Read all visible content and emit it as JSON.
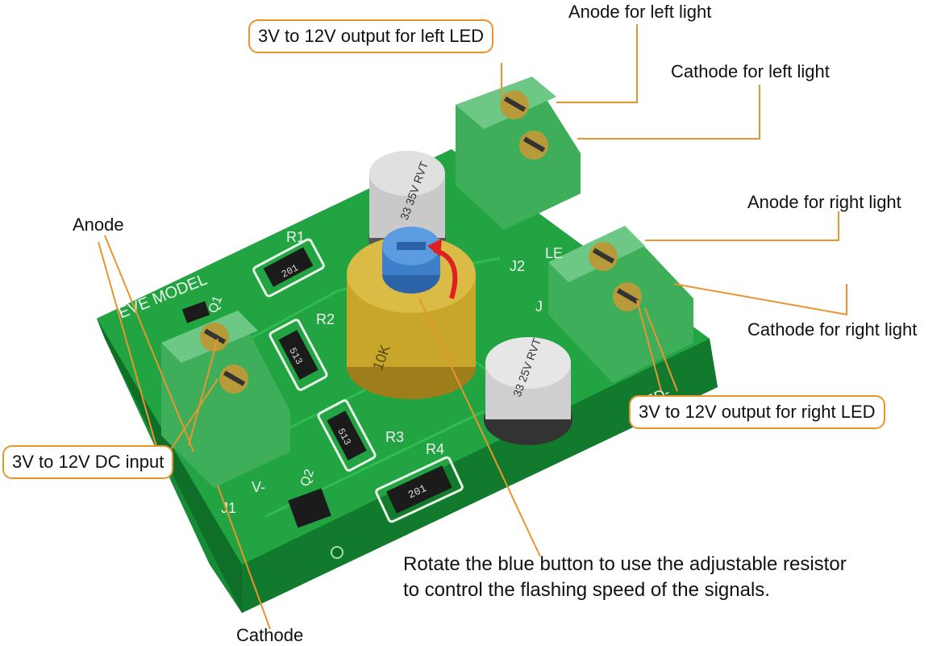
{
  "labels": {
    "anode_left": "Anode for left light",
    "cathode_left": "Cathode for left light",
    "output_left": "3V to 12V output for left LED",
    "anode_right": "Anode for right light",
    "cathode_right": "Cathode for right light",
    "output_right": "3V to 12V output for right LED",
    "anode": "Anode",
    "dc_input": "3V to 12V DC input",
    "cathode": "Cathode",
    "instruction_line1": "Rotate the blue button to use the adjustable resistor",
    "instruction_line2": "to control the flashing speed of the signals."
  },
  "board_text": {
    "model": "EVE MODEL",
    "r1": "R1",
    "r2": "R2",
    "r3": "R3",
    "r4": "R4",
    "r1_code": "201",
    "r2_code": "513",
    "r3_code": "513",
    "r4_code": "201",
    "cap_top": "33 35V RVT",
    "cap_bottom": "33 25V RVT",
    "pot": "10K",
    "j1": "J1",
    "j2": "J2",
    "j3": "J",
    "q1": "Q1",
    "q2": "Q2",
    "v_minus": "V-",
    "led_minus": "LED-",
    "led_plus": "LE"
  },
  "colors": {
    "callout": "#e8952e",
    "pcb": "#1f9a3c",
    "terminal": "#3fae5a",
    "pot_body": "#c8a62a",
    "pot_knob": "#3d7fc8",
    "arrow": "#e02020"
  }
}
